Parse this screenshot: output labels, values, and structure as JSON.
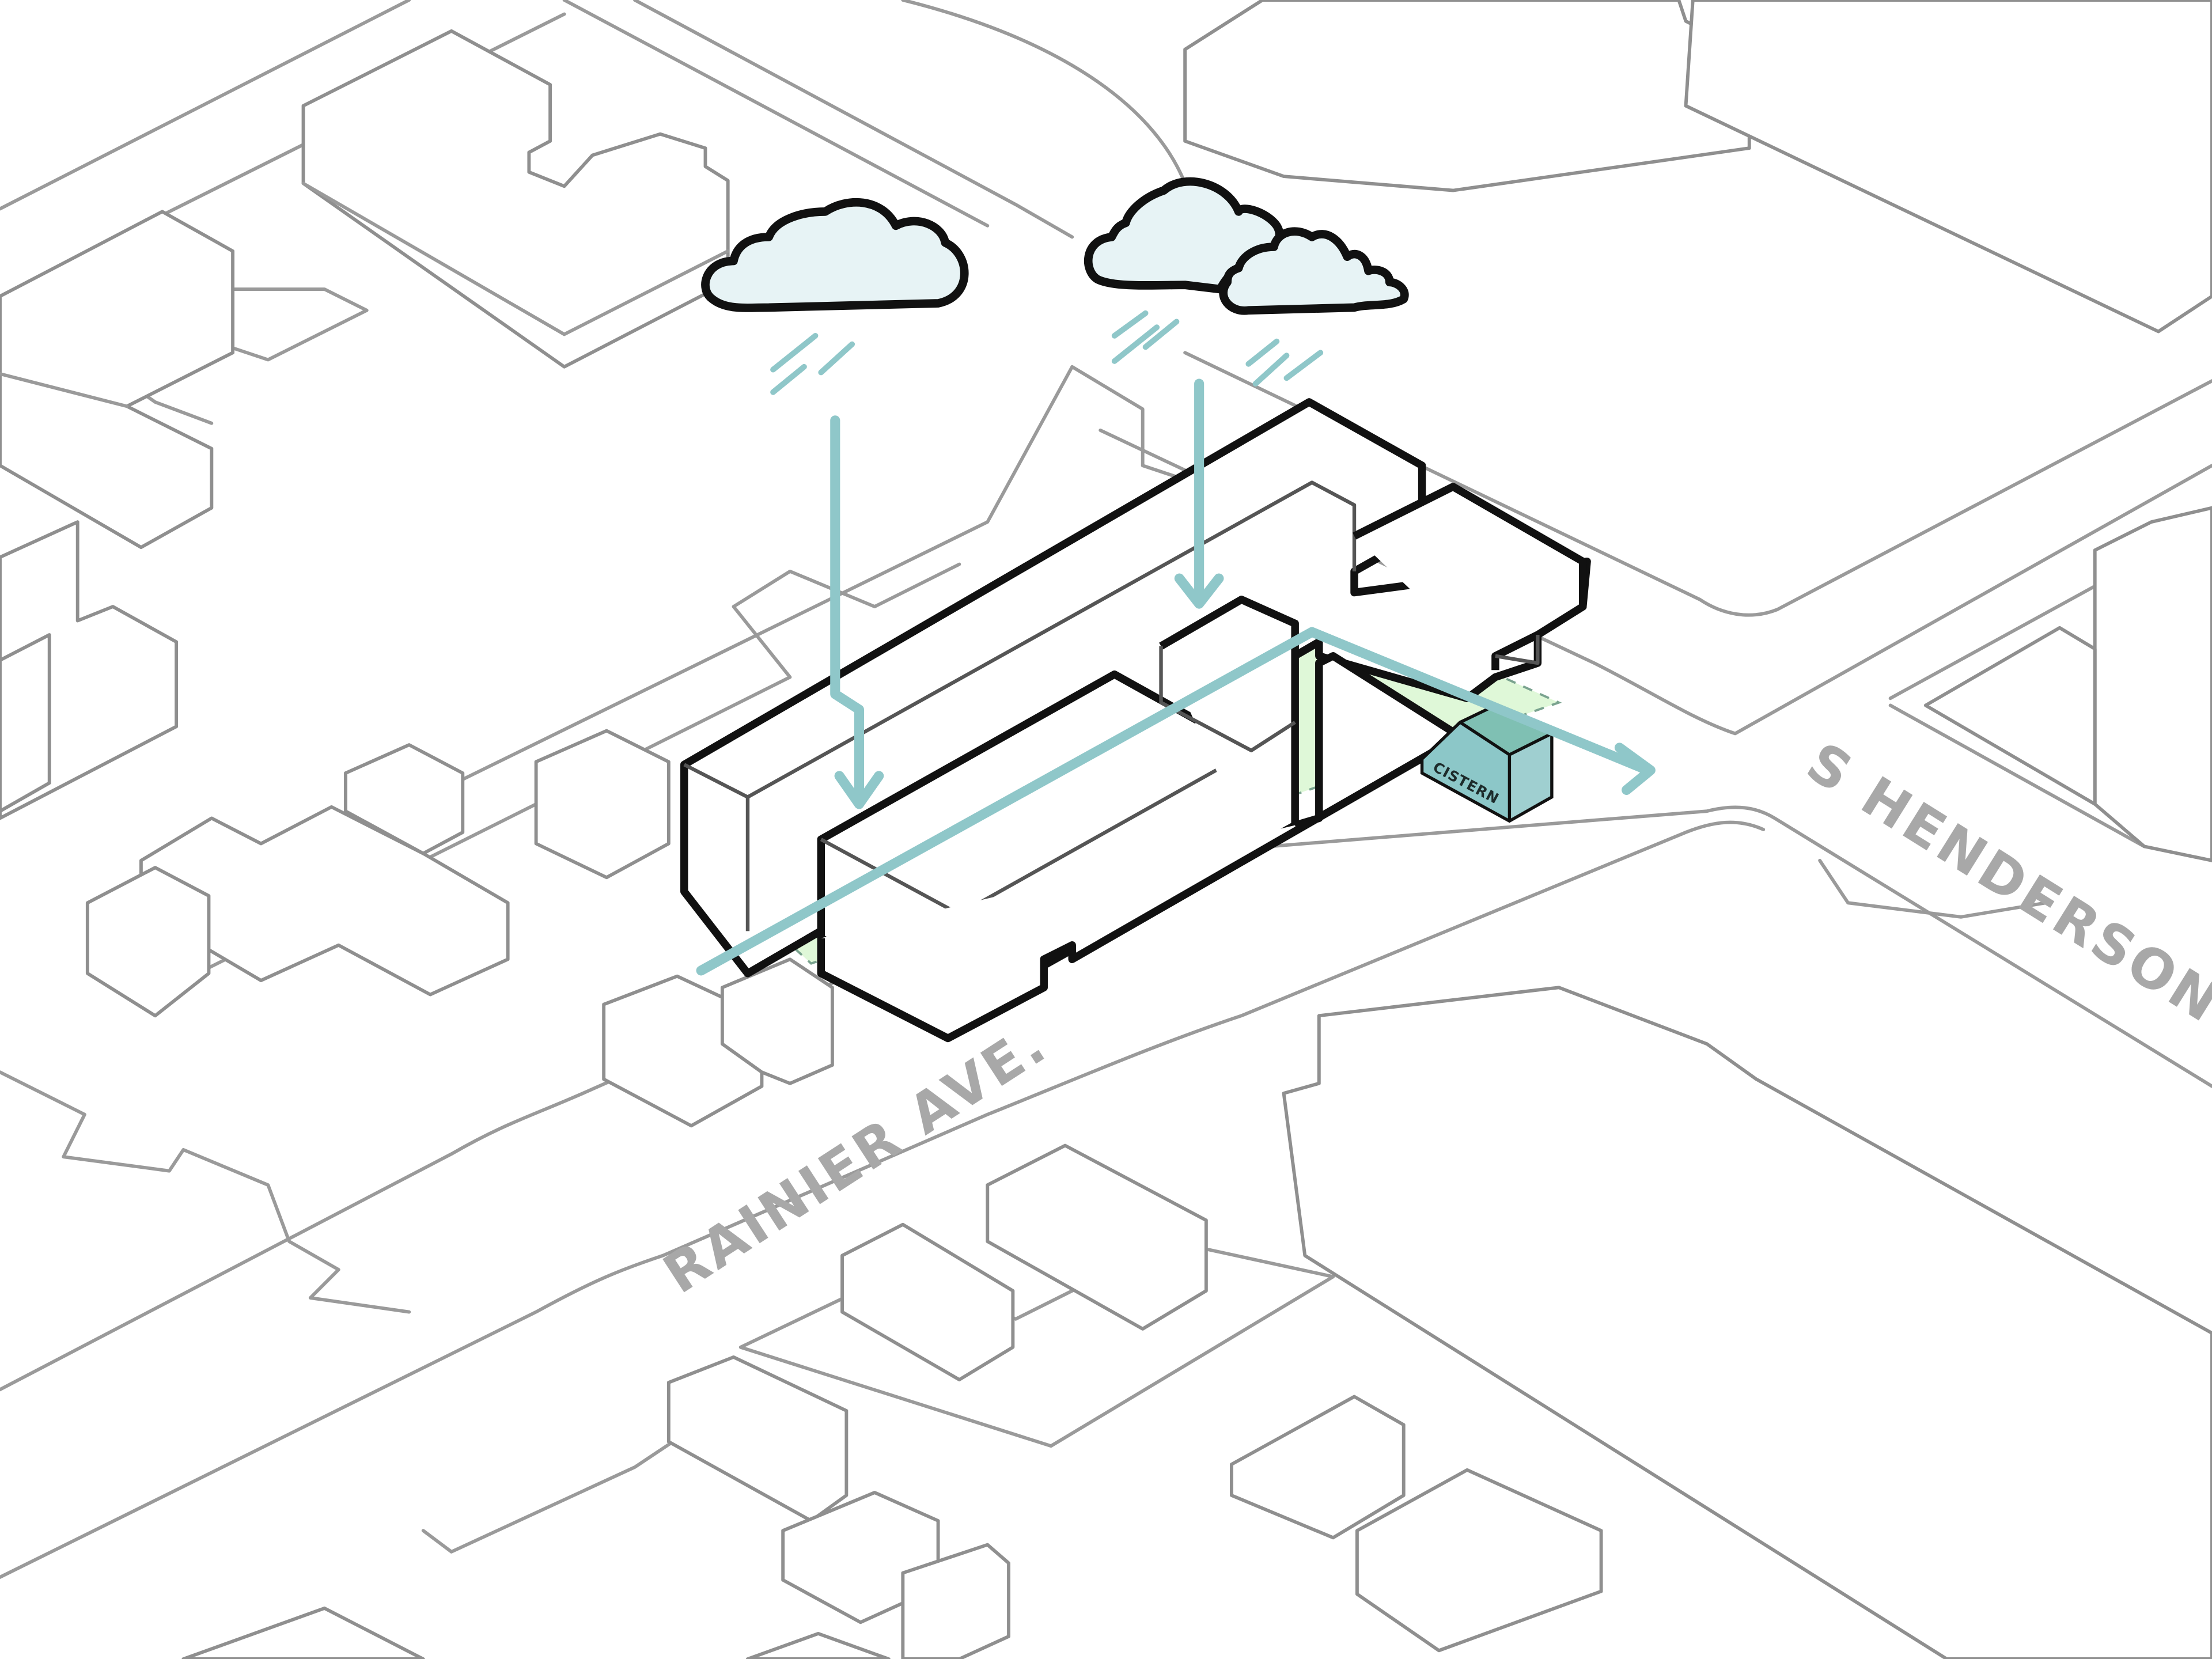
{
  "labels": {
    "street_rainier": "RAINIER AVE.",
    "street_henderson": "S HENDERSON ST.",
    "cistern": "CISTERN"
  },
  "colors": {
    "water": "#8fc7c9",
    "cloud_fill": "#e7f3f5",
    "green_roof": "#dff8d8",
    "green_roof_edge": "#7aa38f",
    "cistern_front": "#8cc7c8",
    "cistern_side": "#9fcfd0",
    "cistern_top": "#7fc0b3",
    "context_line": "#8f8f8f",
    "building_line": "#111111",
    "street_text": "#a8a8a8"
  },
  "icons": [
    "cloud-icon",
    "rain-icon",
    "arrow-down-icon",
    "arrow-right-icon"
  ]
}
